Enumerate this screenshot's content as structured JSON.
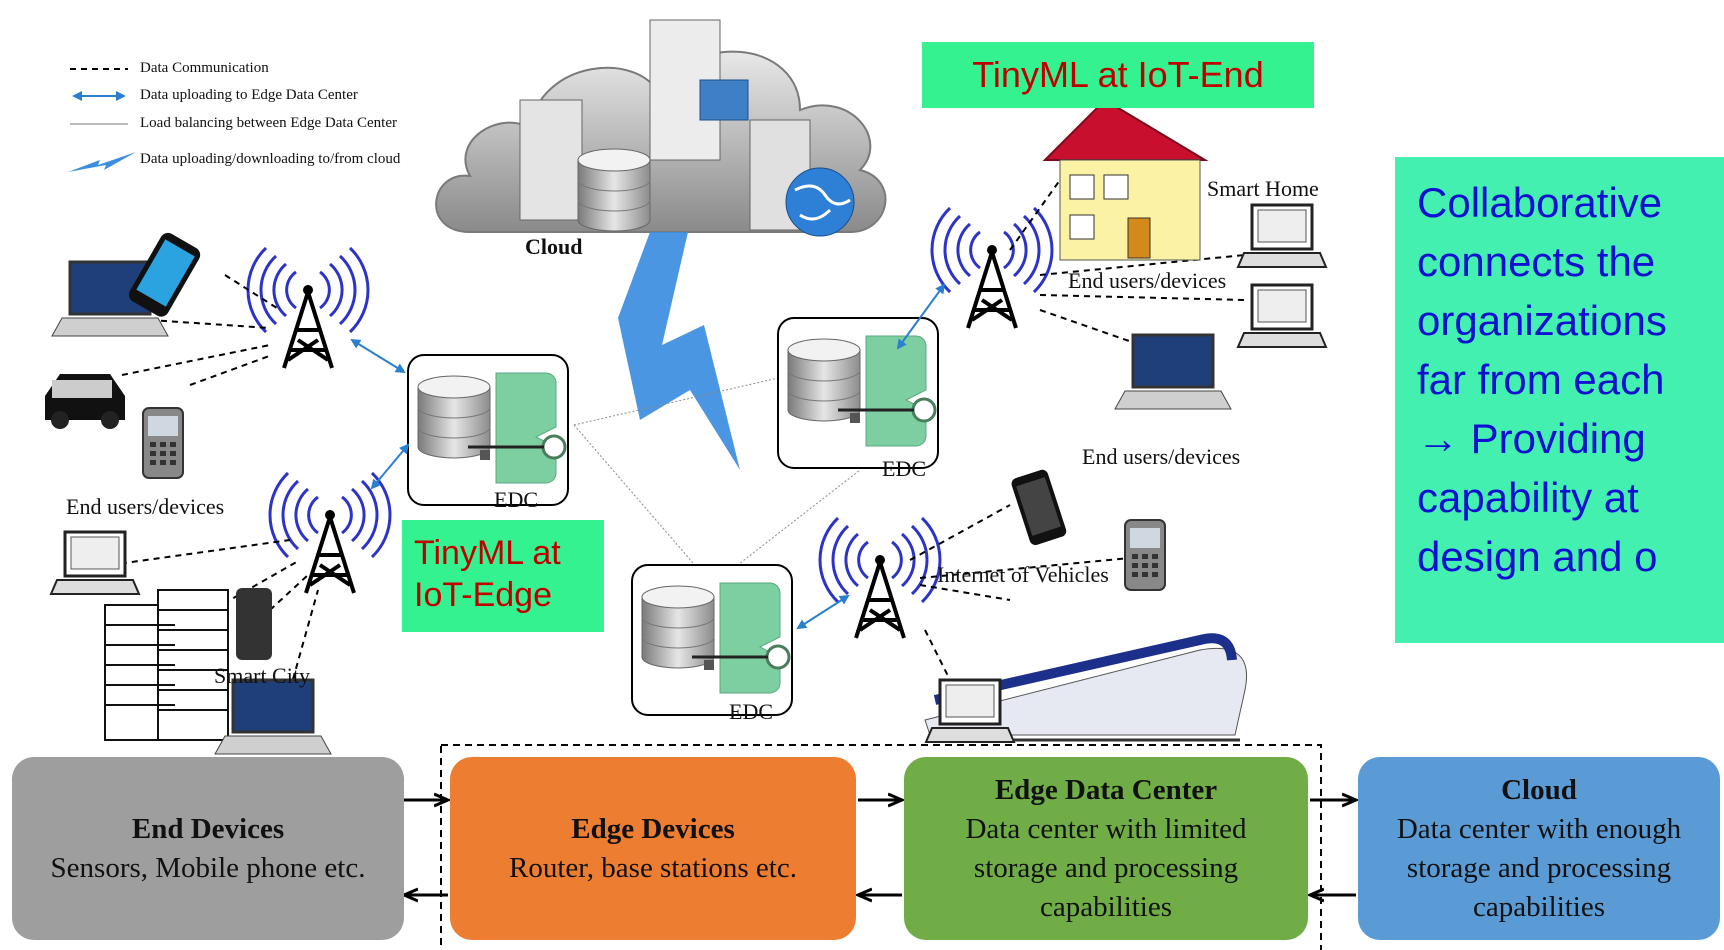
{
  "legend": [
    {
      "icon": "dashed-line",
      "label": "Data Communication"
    },
    {
      "icon": "double-arrow",
      "label": "Data uploading  to Edge Data Center"
    },
    {
      "icon": "thin-line",
      "label": "Load balancing  between Edge Data Center"
    },
    {
      "icon": "lightning-bolt",
      "label": "Data uploading/downloading  to/from  cloud"
    }
  ],
  "labels": {
    "cloud": "Cloud",
    "smart_home": "Smart Home",
    "end_users_home": "End users/devices",
    "end_users_right": "End users/devices",
    "end_users_left": "End users/devices",
    "smart_city": "Smart City",
    "internet_of_vehicles": "Internet of Vehicles",
    "edc_left": "EDC",
    "edc_right": "EDC",
    "edc_bottom": "EDC"
  },
  "tags": {
    "iot_end": "TinyML at IoT-End",
    "iot_edge_line1": "TinyML at",
    "iot_edge_line2": "IoT-Edge"
  },
  "callout": [
    "Collaborative",
    "connects the",
    "organizations",
    "far from each",
    "→ Providing",
    "capability  at",
    "design and o"
  ],
  "pipeline": {
    "end_devices": {
      "title": "End Devices",
      "line1": "Sensors, Mobile phone etc.",
      "color": "#9e9e9e"
    },
    "edge_devices": {
      "title": "Edge Devices",
      "line1": "Router, base stations etc.",
      "color": "#ed7d31"
    },
    "edge_data_center": {
      "title": "Edge Data Center",
      "line1": "Data center with limited",
      "line2": "storage and processing",
      "line3": "capabilities",
      "color": "#70ad47"
    },
    "cloud": {
      "title": "Cloud",
      "line1": "Data center with enough",
      "line2": "storage and processing",
      "line3": "capabilities",
      "color": "#5b9bd5"
    }
  },
  "colors": {
    "tag_bg": "#33f28f",
    "tag_text": "#c00000",
    "callout_bg": "#43f0b0",
    "callout_text": "#1010d0",
    "antenna": "#2c34c8"
  }
}
